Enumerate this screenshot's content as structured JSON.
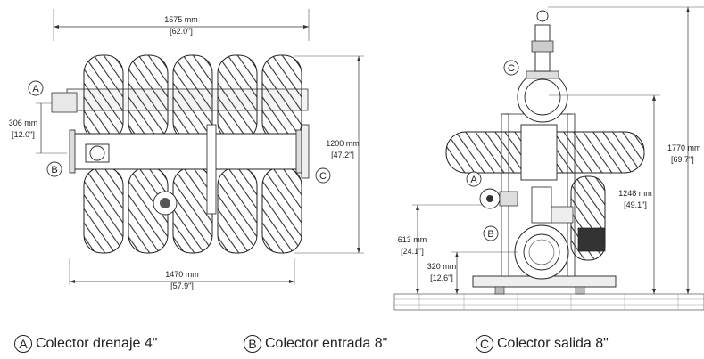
{
  "front_view": {
    "overall_width_mm": "1575 mm",
    "overall_width_in": "[62.0\"]",
    "bottom_width_mm": "1470 mm",
    "bottom_width_in": "[57.9\"]",
    "height_mm": "1200 mm",
    "height_in": "[47.2\"]",
    "outlet_offset_mm": "306 mm",
    "outlet_offset_in": "[12.0\"]",
    "label_a": "A",
    "label_b": "B",
    "label_c": "C"
  },
  "side_view": {
    "total_height_mm": "1770 mm",
    "total_height_in": "[69.7\"]",
    "mid_height_mm": "1248 mm",
    "mid_height_in": "[49.1\"]",
    "inlet_height_mm": "613 mm",
    "inlet_height_in": "[24.1\"]",
    "base_height_mm": "320 mm",
    "base_height_in": "[12.6\"]",
    "label_a": "A",
    "label_b": "B",
    "label_c": "C"
  },
  "legend": [
    {
      "letter": "A",
      "text": "Colector drenaje 4\""
    },
    {
      "letter": "B",
      "text": "Colector entrada 8\""
    },
    {
      "letter": "C",
      "text": "Colector salida 8\""
    }
  ]
}
